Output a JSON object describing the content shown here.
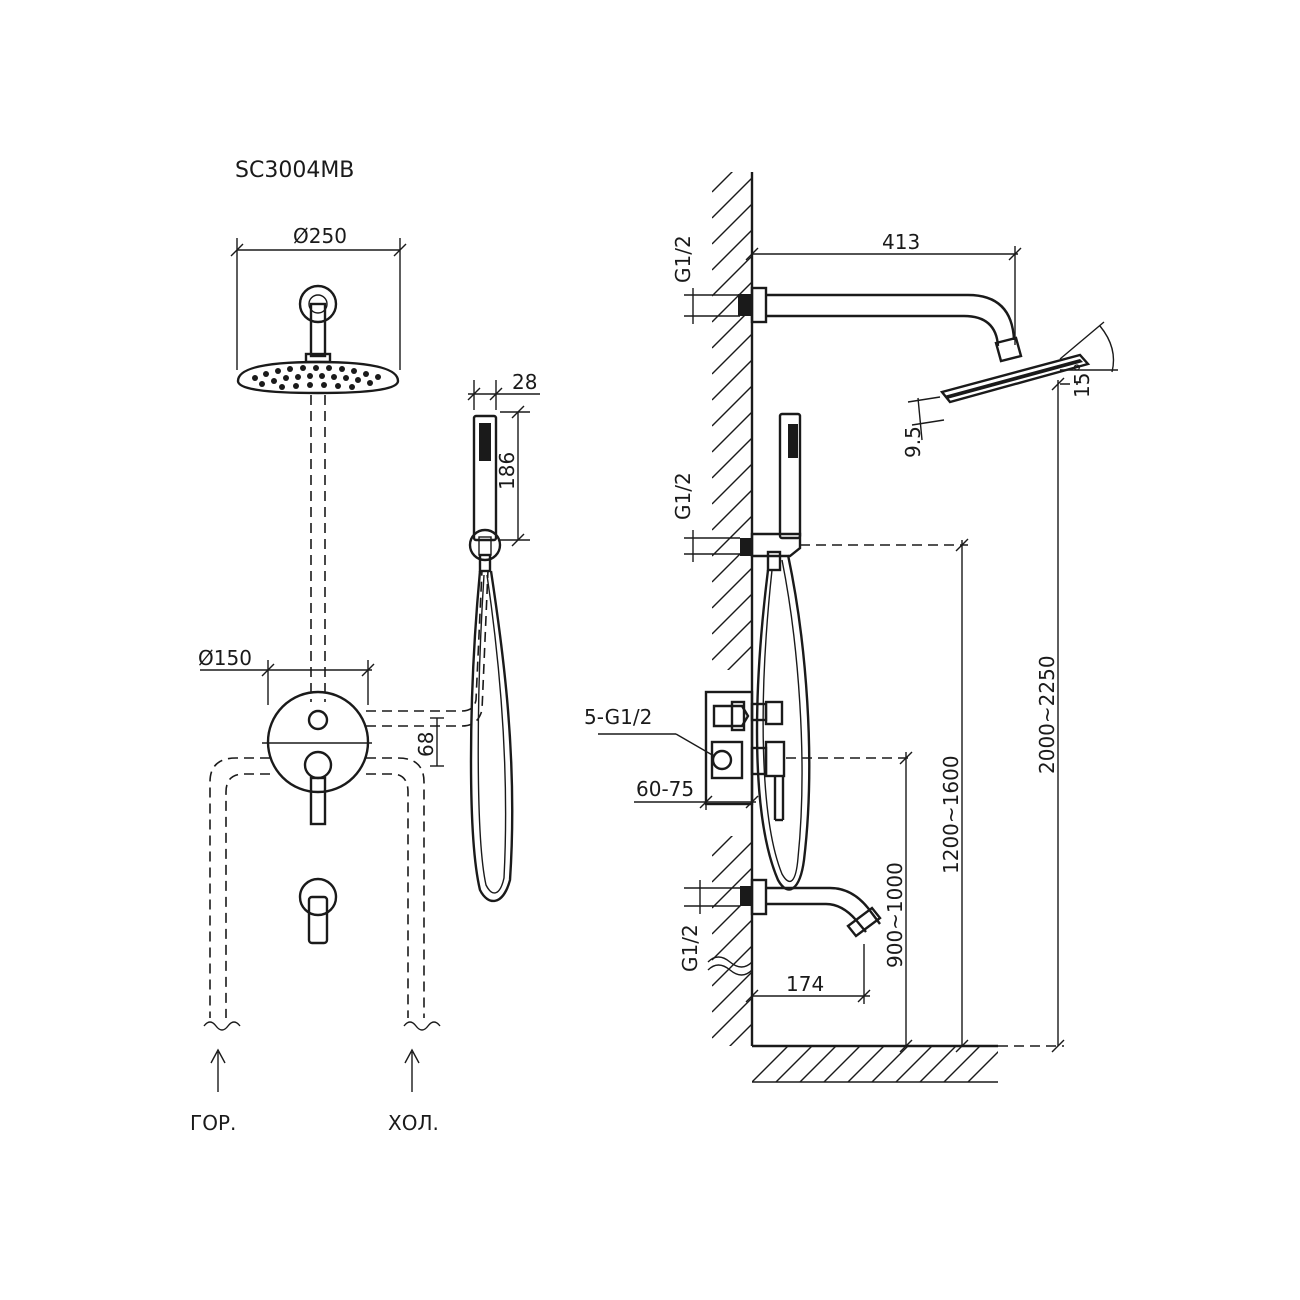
{
  "title": "SC3004MB",
  "front": {
    "dim_head_diameter": "Ø250",
    "dim_hand_width": "28",
    "dim_hand_length": "186",
    "dim_plate_diameter": "Ø150",
    "dim_handle_spacing": "68",
    "label_hot": "ГОР.",
    "label_cold": "ХОЛ."
  },
  "side": {
    "dim_arm_length": "413",
    "dim_thread_arm": "G1/2",
    "dim_head_angle": "15°",
    "dim_head_thickness": "9.5",
    "dim_thread_holder": "G1/2",
    "dim_outlets": "5-G1/2",
    "dim_wall_depth": "60-75",
    "dim_thread_spout": "G1/2",
    "dim_spout_length": "174",
    "dim_spout_height": "900~1000",
    "dim_holder_height": "1200~1600",
    "dim_head_height": "2000~2250"
  }
}
